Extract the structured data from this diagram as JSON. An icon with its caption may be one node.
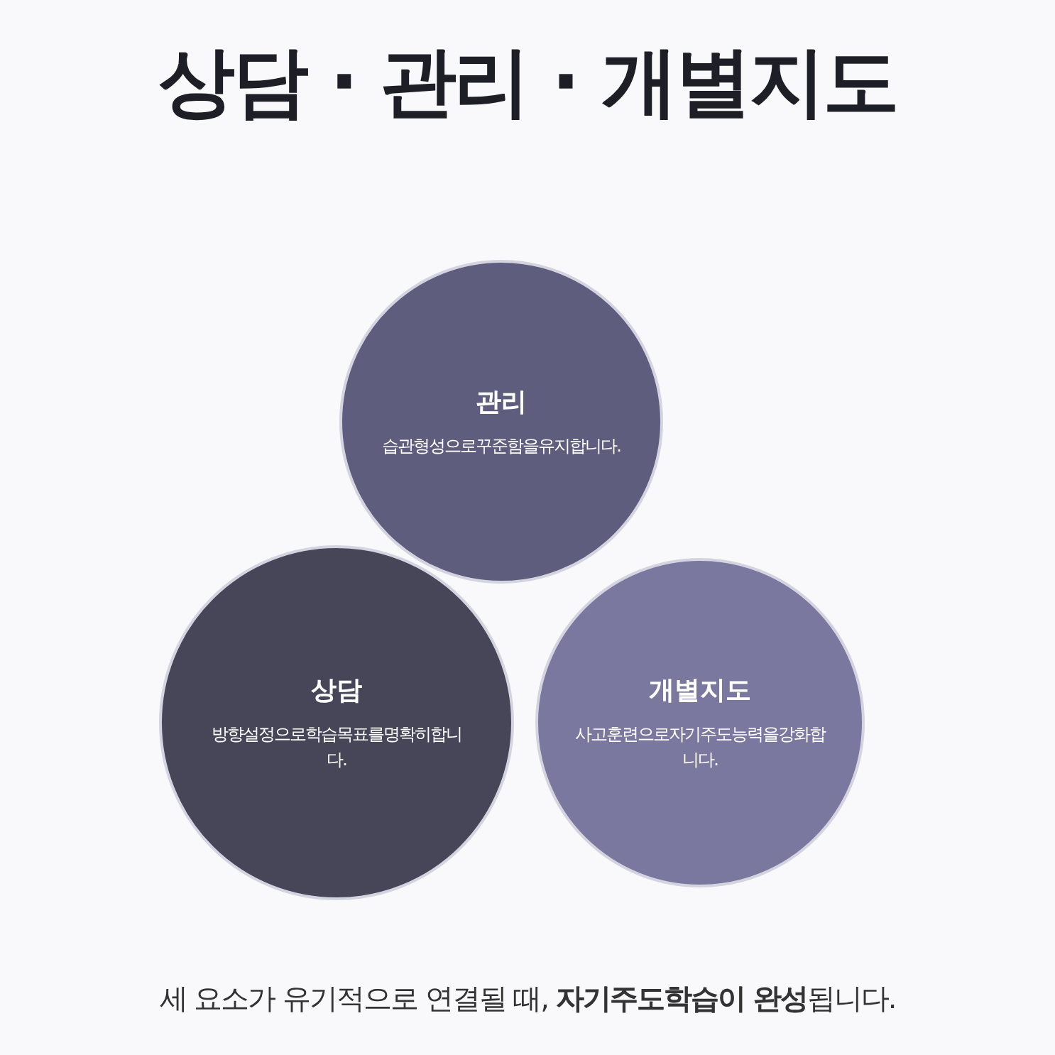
{
  "diagram": {
    "title": "상담 · 관리 · 개별지도",
    "nodes": [
      {
        "text": [
          "관리",
          "습관형성으로꾸준함을유지합니다."
        ]
      },
      {
        "text": [
          "상담",
          "방향설정으로학습목표를명확히합니다."
        ]
      },
      {
        "text": [
          "개별지도",
          "사고훈련으로자기주도능력을강화합니다."
        ]
      }
    ],
    "caption": "세 요소가 유기적으로 연결될 때, **자기주도학습이 완성**됩니다."
  }
}
